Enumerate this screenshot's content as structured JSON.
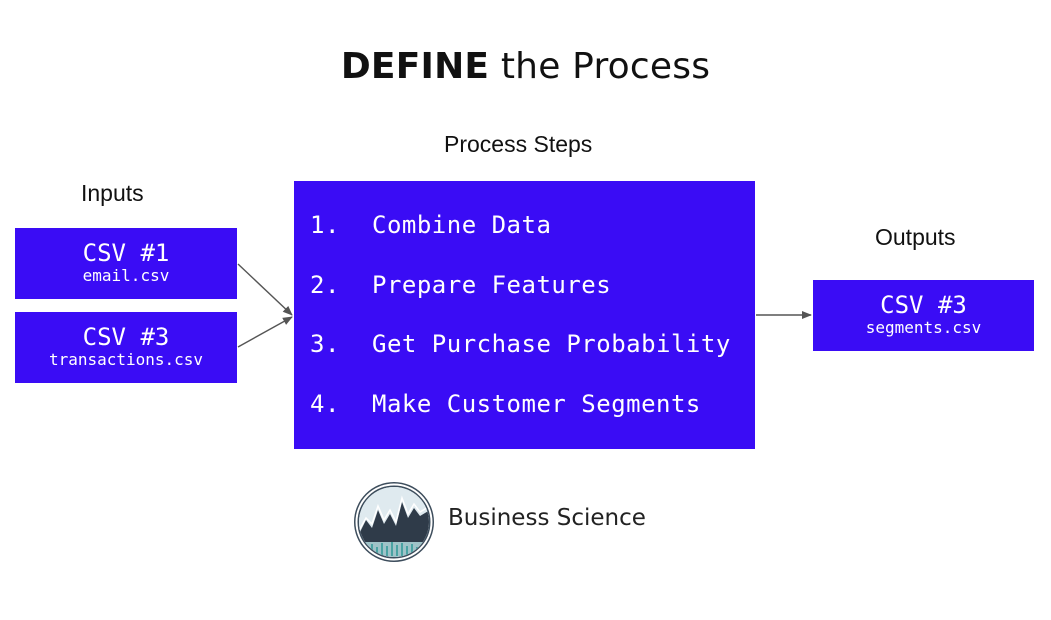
{
  "title": {
    "bold": "DEFINE",
    "rest": " the Process"
  },
  "labels": {
    "inputs": "Inputs",
    "process_steps": "Process Steps",
    "outputs": "Outputs"
  },
  "inputs": [
    {
      "name": "CSV #1",
      "file": "email.csv"
    },
    {
      "name": "CSV #3",
      "file": "transactions.csv"
    }
  ],
  "steps": [
    {
      "num": "1.",
      "text": "Combine Data"
    },
    {
      "num": "2.",
      "text": "Prepare Features"
    },
    {
      "num": "3.",
      "text": "Get Purchase Probability"
    },
    {
      "num": "4.",
      "text": "Make Customer Segments"
    }
  ],
  "output": {
    "name": "CSV #3",
    "file": "segments.csv"
  },
  "brand": {
    "name": "Business Science"
  },
  "colors": {
    "box_fill": "#3a0cf5",
    "box_text": "#ffffff",
    "arrow": "#555555"
  }
}
